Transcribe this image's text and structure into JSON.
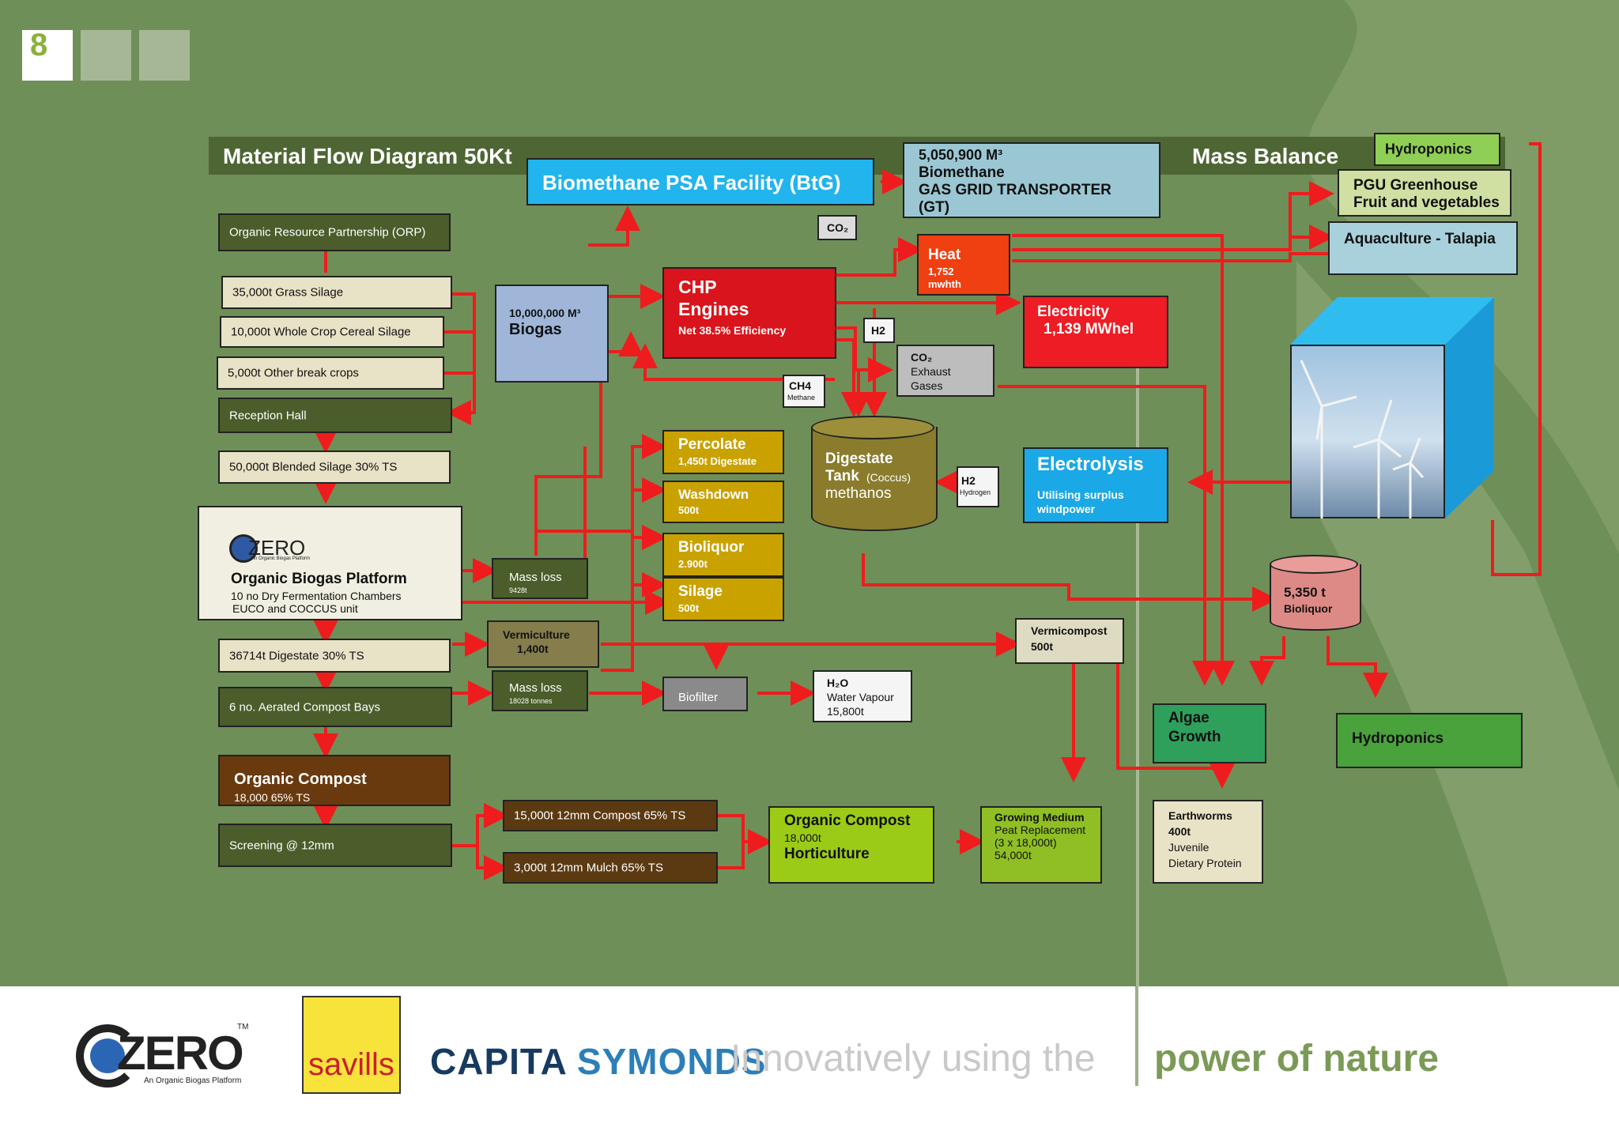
{
  "page": {
    "number": "8"
  },
  "titles": {
    "left": "Material Flow Diagram  50Kt",
    "right": "Mass Balance"
  },
  "nodes": {
    "orp": "Organic Resource Partnership (ORP)",
    "grass": "35,000t Grass Silage",
    "cereal": "10,000t Whole Crop Cereal Silage",
    "breakcrops": "5,000t Other break crops",
    "reception": "Reception Hall",
    "blended": "50,000t Blended Silage 30% TS",
    "platform": {
      "logo": "ZERO",
      "logo_sub": "An Organic Biogas Platform",
      "title": "Organic Biogas Platform",
      "line1": "10 no Dry Fermentation Chambers",
      "line2": "EUCO and COCCUS unit"
    },
    "digestate": "36714t Digestate 30% TS",
    "aerated": "6 no. Aerated Compost Bays",
    "compost": {
      "title": "Organic Compost",
      "sub": "18,000 65% TS"
    },
    "screening": "Screening @ 12mm",
    "compost15": "15,000t 12mm Compost 65% TS",
    "mulch3": "3,000t 12mm Mulch 65% TS",
    "massloss1": {
      "title": "Mass loss",
      "sub": "9428t"
    },
    "vermiculture": {
      "title": "Vermiculture",
      "sub": "1,400t"
    },
    "massloss2": {
      "title": "Mass loss",
      "sub": "18028 tonnes"
    },
    "biogas": {
      "value": "10,000,000 M³",
      "title": "Biogas"
    },
    "psa": "Biomethane PSA Facility (BtG)",
    "gasgrid": {
      "line1": "5,050,900 M³",
      "line2": "Biomethane",
      "line3": "GAS GRID TRANSPORTER",
      "line4": "(GT)"
    },
    "chp": {
      "line1": "CHP",
      "line2": "Engines",
      "line3": "Net 38.5% Efficiency"
    },
    "co2a": "CO₂",
    "heat": {
      "title": "Heat",
      "line2": "1,752",
      "line3": "mwhth"
    },
    "h2a": "H2",
    "co2exhaust": {
      "line1": "CO₂",
      "line2": "Exhaust",
      "line3": "Gases"
    },
    "ch4": {
      "title": "CH4",
      "sub": "Methane"
    },
    "electricity": {
      "line1": "Electricity",
      "line2": "1,139 MWhel"
    },
    "percolate": {
      "title": "Percolate",
      "sub": "1,450t Digestate"
    },
    "washdown": {
      "title": "Washdown",
      "sub": "500t"
    },
    "bioliquor": {
      "title": "Bioliquor",
      "sub": "2.900t"
    },
    "silage": {
      "title": "Silage",
      "sub": "500t"
    },
    "tank": {
      "line1": "Digestate",
      "line2": "Tank",
      "line2b": "(Coccus)",
      "line3": "methanos"
    },
    "h2b": {
      "title": "H2",
      "sub": "Hydrogen"
    },
    "electrolysis": {
      "title": "Electrolysis",
      "line2": "Utilising surplus",
      "line3": "windpower"
    },
    "bioliquor_cyl": {
      "title": "5,350 t",
      "sub": "Bioliquor"
    },
    "hydroponics_top": "Hydroponics",
    "pgu": {
      "line1": "PGU Greenhouse",
      "line2": "Fruit and vegetables"
    },
    "aquaculture": "Aquaculture - Talapia",
    "vermicompost": {
      "title": "Vermicompost",
      "sub": "500t"
    },
    "biofilter": "Biofilter",
    "h2o": {
      "title": "H₂O",
      "line2": "Water Vapour",
      "line3": "15,800t"
    },
    "algae": {
      "line1": "Algae",
      "line2": "Growth"
    },
    "hydroponics_bottom": "Hydroponics",
    "organic_compost2": {
      "title": "Organic Compost",
      "line2": "18,000t",
      "line3": "Horticulture"
    },
    "growing": {
      "title": "Growing Medium",
      "line2": "Peat Replacement",
      "line3": "(3 x 18,000t)",
      "line4": "54,000t"
    },
    "earthworms": {
      "line1": "Earthworms",
      "line2": "400t",
      "line3": "Juvenile",
      "line4": "Dietary Protein"
    }
  },
  "footer": {
    "czero": "ZERO",
    "czero_sub": "An Organic Biogas Platform",
    "tm": "TM",
    "savills": "savills",
    "capita1": "CAPITA",
    "capita2": "SYMONDS",
    "tagline1": "Innovatively using the",
    "tagline2": "power of nature"
  },
  "colors": {
    "background": "#6f8f58",
    "arrows": "#ee1c1c",
    "title_bar": "#4e6634"
  }
}
